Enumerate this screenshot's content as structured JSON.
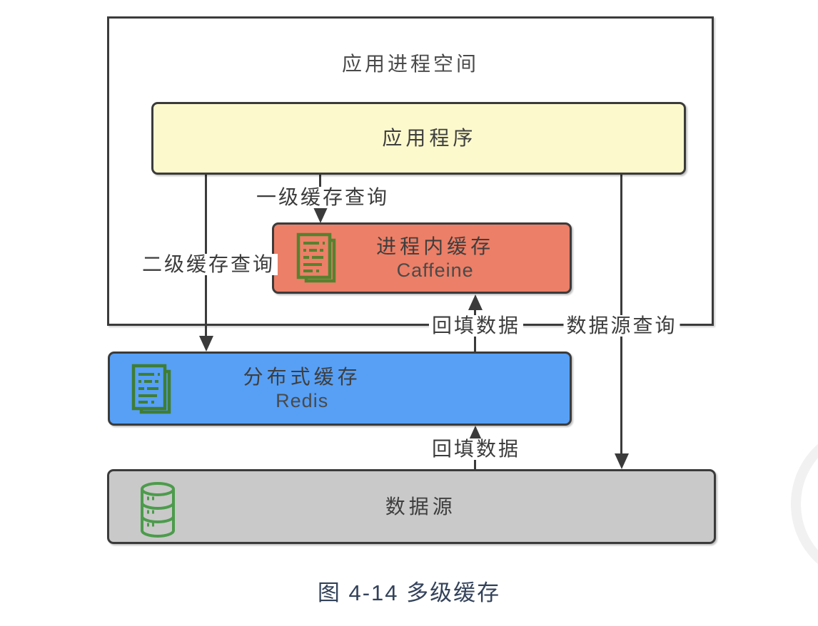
{
  "diagram": {
    "container_label": "应用进程空间",
    "nodes": {
      "application": {
        "label": "应用程序"
      },
      "local_cache": {
        "title": "进程内缓存",
        "subtitle": "Caffeine"
      },
      "distributed_cache": {
        "title": "分布式缓存",
        "subtitle": "Redis"
      },
      "datasource": {
        "label": "数据源"
      }
    },
    "edges": {
      "level1_query": {
        "label": "一级缓存查询"
      },
      "level2_query": {
        "label": "二级缓存查询"
      },
      "backfill_to_local": {
        "label": "回填数据"
      },
      "backfill_to_distributed": {
        "label": "回填数据"
      },
      "datasource_query": {
        "label": "数据源查询"
      }
    },
    "icons": {
      "local_cache": "document-icon",
      "distributed_cache": "document-icon",
      "datasource": "database-icon"
    },
    "colors": {
      "border": "#3b3b3b",
      "application_fill": "#fcf9cd",
      "local_cache_fill": "#ec7f67",
      "distributed_cache_fill": "#57a0f6",
      "datasource_fill": "#c9c9c9",
      "document_icon_green": "#57812f",
      "database_icon_green": "#4c9b4c",
      "caption_text": "#33425a"
    }
  },
  "caption": {
    "text": "图 4-14 多级缓存"
  }
}
